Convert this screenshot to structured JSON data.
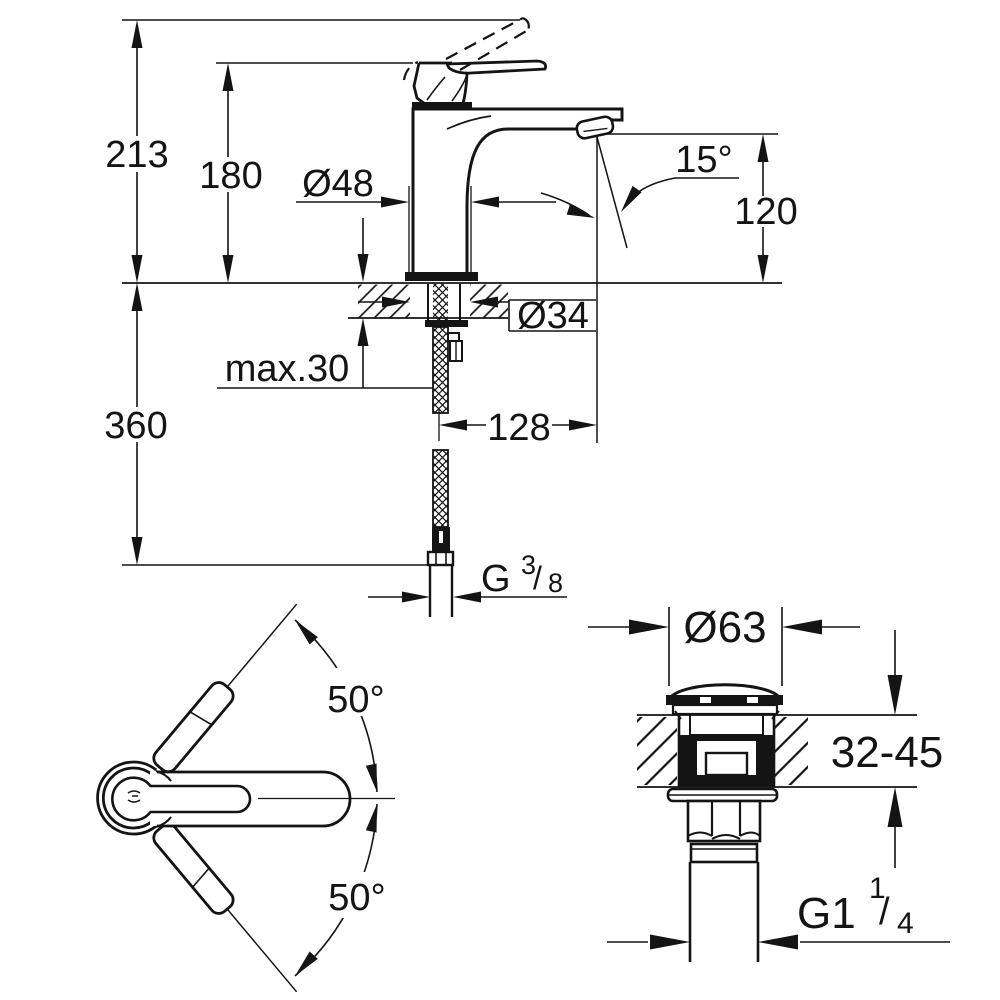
{
  "side_view": {
    "overall_height": "213",
    "height_to_handle": "180",
    "body_diameter": "Ø48",
    "stream_angle": "15°",
    "spout_outlet_height": "120",
    "mounting_hole_diameter": "Ø34",
    "max_deck_thickness": "max.30",
    "supply_hose_drop": "360",
    "spout_reach": "128",
    "supply_thread": {
      "prefix": "G",
      "numerator": "3",
      "slash": "/",
      "denominator": "8"
    }
  },
  "top_view": {
    "swivel_angle_up": "50°",
    "swivel_angle_down": "50°"
  },
  "drain_view": {
    "cap_diameter": "Ø63",
    "deck_thickness_range": "32-45",
    "waste_thread": {
      "prefix": "G1",
      "numerator": "1",
      "slash": "/",
      "denominator": "4"
    }
  }
}
